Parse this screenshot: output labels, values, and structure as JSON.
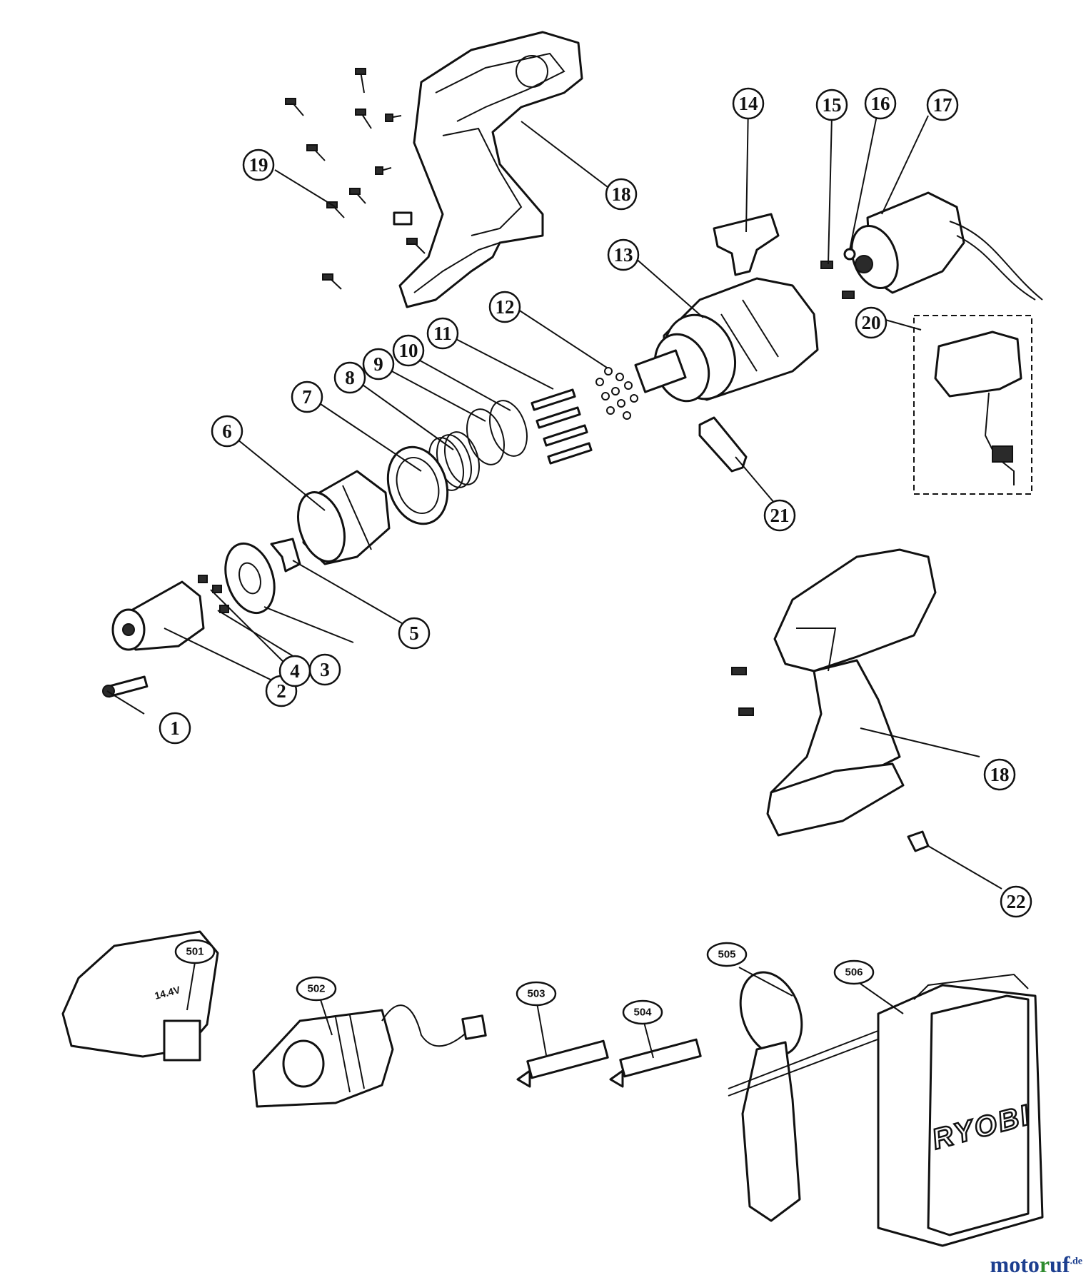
{
  "diagram": {
    "brand": "RYOBI",
    "battery_label": "14.4V",
    "callouts": {
      "c1": "1",
      "c2": "2",
      "c3": "3",
      "c4": "4",
      "c5": "5",
      "c6": "6",
      "c7": "7",
      "c8": "8",
      "c9": "9",
      "c10": "10",
      "c11": "11",
      "c12": "12",
      "c13": "13",
      "c14": "14",
      "c15": "15",
      "c16": "16",
      "c17": "17",
      "c18a": "18",
      "c18b": "18",
      "c19": "19",
      "c20": "20",
      "c21": "21",
      "c22": "22",
      "c501": "501",
      "c502": "502",
      "c503": "503",
      "c504": "504",
      "c505": "505",
      "c506": "506"
    }
  },
  "watermark": {
    "part1": "moto",
    "part2": "r",
    "part3": "uf",
    "suffix": ".de"
  }
}
